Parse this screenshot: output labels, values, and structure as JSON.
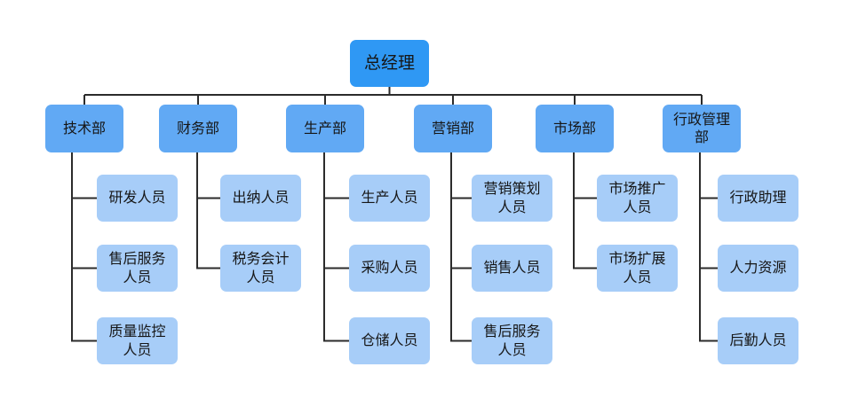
{
  "diagram": {
    "type": "org-chart",
    "background": "#ffffff",
    "connector_color": "#2b2b2b",
    "text_color": "#161616",
    "node_colors": {
      "root": "#2f98f4",
      "department": "#61a9f4",
      "member": "#a7cdf8"
    },
    "root": {
      "label": "总经理"
    },
    "departments": [
      {
        "label": "技术部",
        "children": [
          {
            "label": "研发人员"
          },
          {
            "label": "售后服务\n人员"
          },
          {
            "label": "质量监控\n人员"
          }
        ]
      },
      {
        "label": "财务部",
        "children": [
          {
            "label": "出纳人员"
          },
          {
            "label": "税务会计\n人员"
          }
        ]
      },
      {
        "label": "生产部",
        "children": [
          {
            "label": "生产人员"
          },
          {
            "label": "采购人员"
          },
          {
            "label": "仓储人员"
          }
        ]
      },
      {
        "label": "营销部",
        "children": [
          {
            "label": "营销策划\n人员"
          },
          {
            "label": "销售人员"
          },
          {
            "label": "售后服务\n人员"
          }
        ]
      },
      {
        "label": "市场部",
        "children": [
          {
            "label": "市场推广\n人员"
          },
          {
            "label": "市场扩展\n人员"
          }
        ]
      },
      {
        "label": "行政管理\n部",
        "children": [
          {
            "label": "行政助理"
          },
          {
            "label": "人力资源"
          },
          {
            "label": "后勤人员"
          }
        ]
      }
    ]
  }
}
